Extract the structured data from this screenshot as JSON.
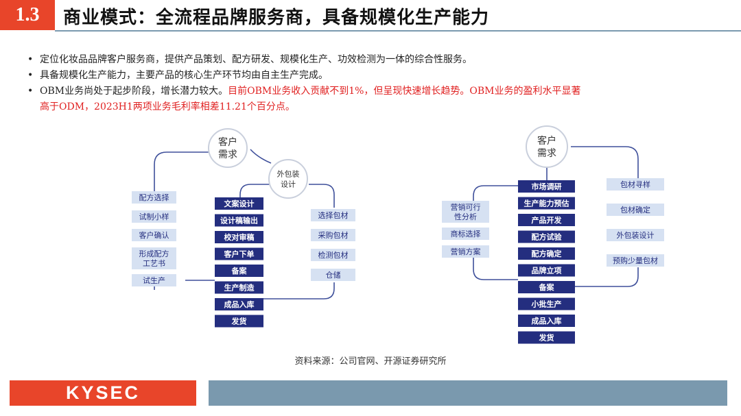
{
  "header": {
    "section_number": "1.3",
    "title": "商业模式：全流程品牌服务商，具备规模化生产能力"
  },
  "bullets": [
    {
      "text": "定位化妆品品牌客户服务商，提供产品策划、配方研发、规模化生产、功效检测为一体的综合性服务。"
    },
    {
      "text": "具备规模化生产能力，主要产品的核心生产环节均由自主生产完成。"
    },
    {
      "text": "OBM业务尚处于起步阶段，增长潜力较大。",
      "highlight_line1": "目前OBM业务收入贡献不到1%，但呈现快速增长趋势。OBM业务的盈利水平显著",
      "highlight_line2": "高于ODM，2023H1两项业务毛利率相差11.21个百分点。"
    }
  ],
  "colors": {
    "accent": "#e8452a",
    "navy": "#242e7f",
    "light_box": "#d6e1f2",
    "line": "#3e4f9a",
    "rule": "#7a99ae"
  },
  "diagram_odm": {
    "hub_customer": [
      "客户",
      "需求"
    ],
    "hub_packaging": [
      "外包装",
      "设计"
    ],
    "left_column": [
      [
        "配方选择"
      ],
      [
        "试制小样"
      ],
      [
        "客户确认"
      ],
      [
        "形成配方",
        "工艺书"
      ],
      [
        "试生产"
      ]
    ],
    "center_column": [
      "文案设计",
      "设计稿输出",
      "校对审稿",
      "客户下单",
      "备案",
      "生产制造",
      "成品入库",
      "发货"
    ],
    "right_column": [
      "选择包材",
      "采购包材",
      "检测包材",
      "仓储"
    ]
  },
  "diagram_obm": {
    "hub_customer": [
      "客户",
      "需求"
    ],
    "left_column": [
      [
        "营销可行",
        "性分析"
      ],
      [
        "商标选择"
      ],
      [
        "营销方案"
      ]
    ],
    "center_column": [
      "市场调研",
      "生产能力预估",
      "产品开发",
      "配方试验",
      "配方确定",
      "品牌立项",
      "备案",
      "小批生产",
      "成品入库",
      "发货"
    ],
    "right_column": [
      "包材寻样",
      "包材确定",
      "外包装设计",
      "预购少量包材"
    ]
  },
  "source": "资料来源：公司官网、开源证券研究所",
  "footer": {
    "logo_text": "KYSEC"
  }
}
